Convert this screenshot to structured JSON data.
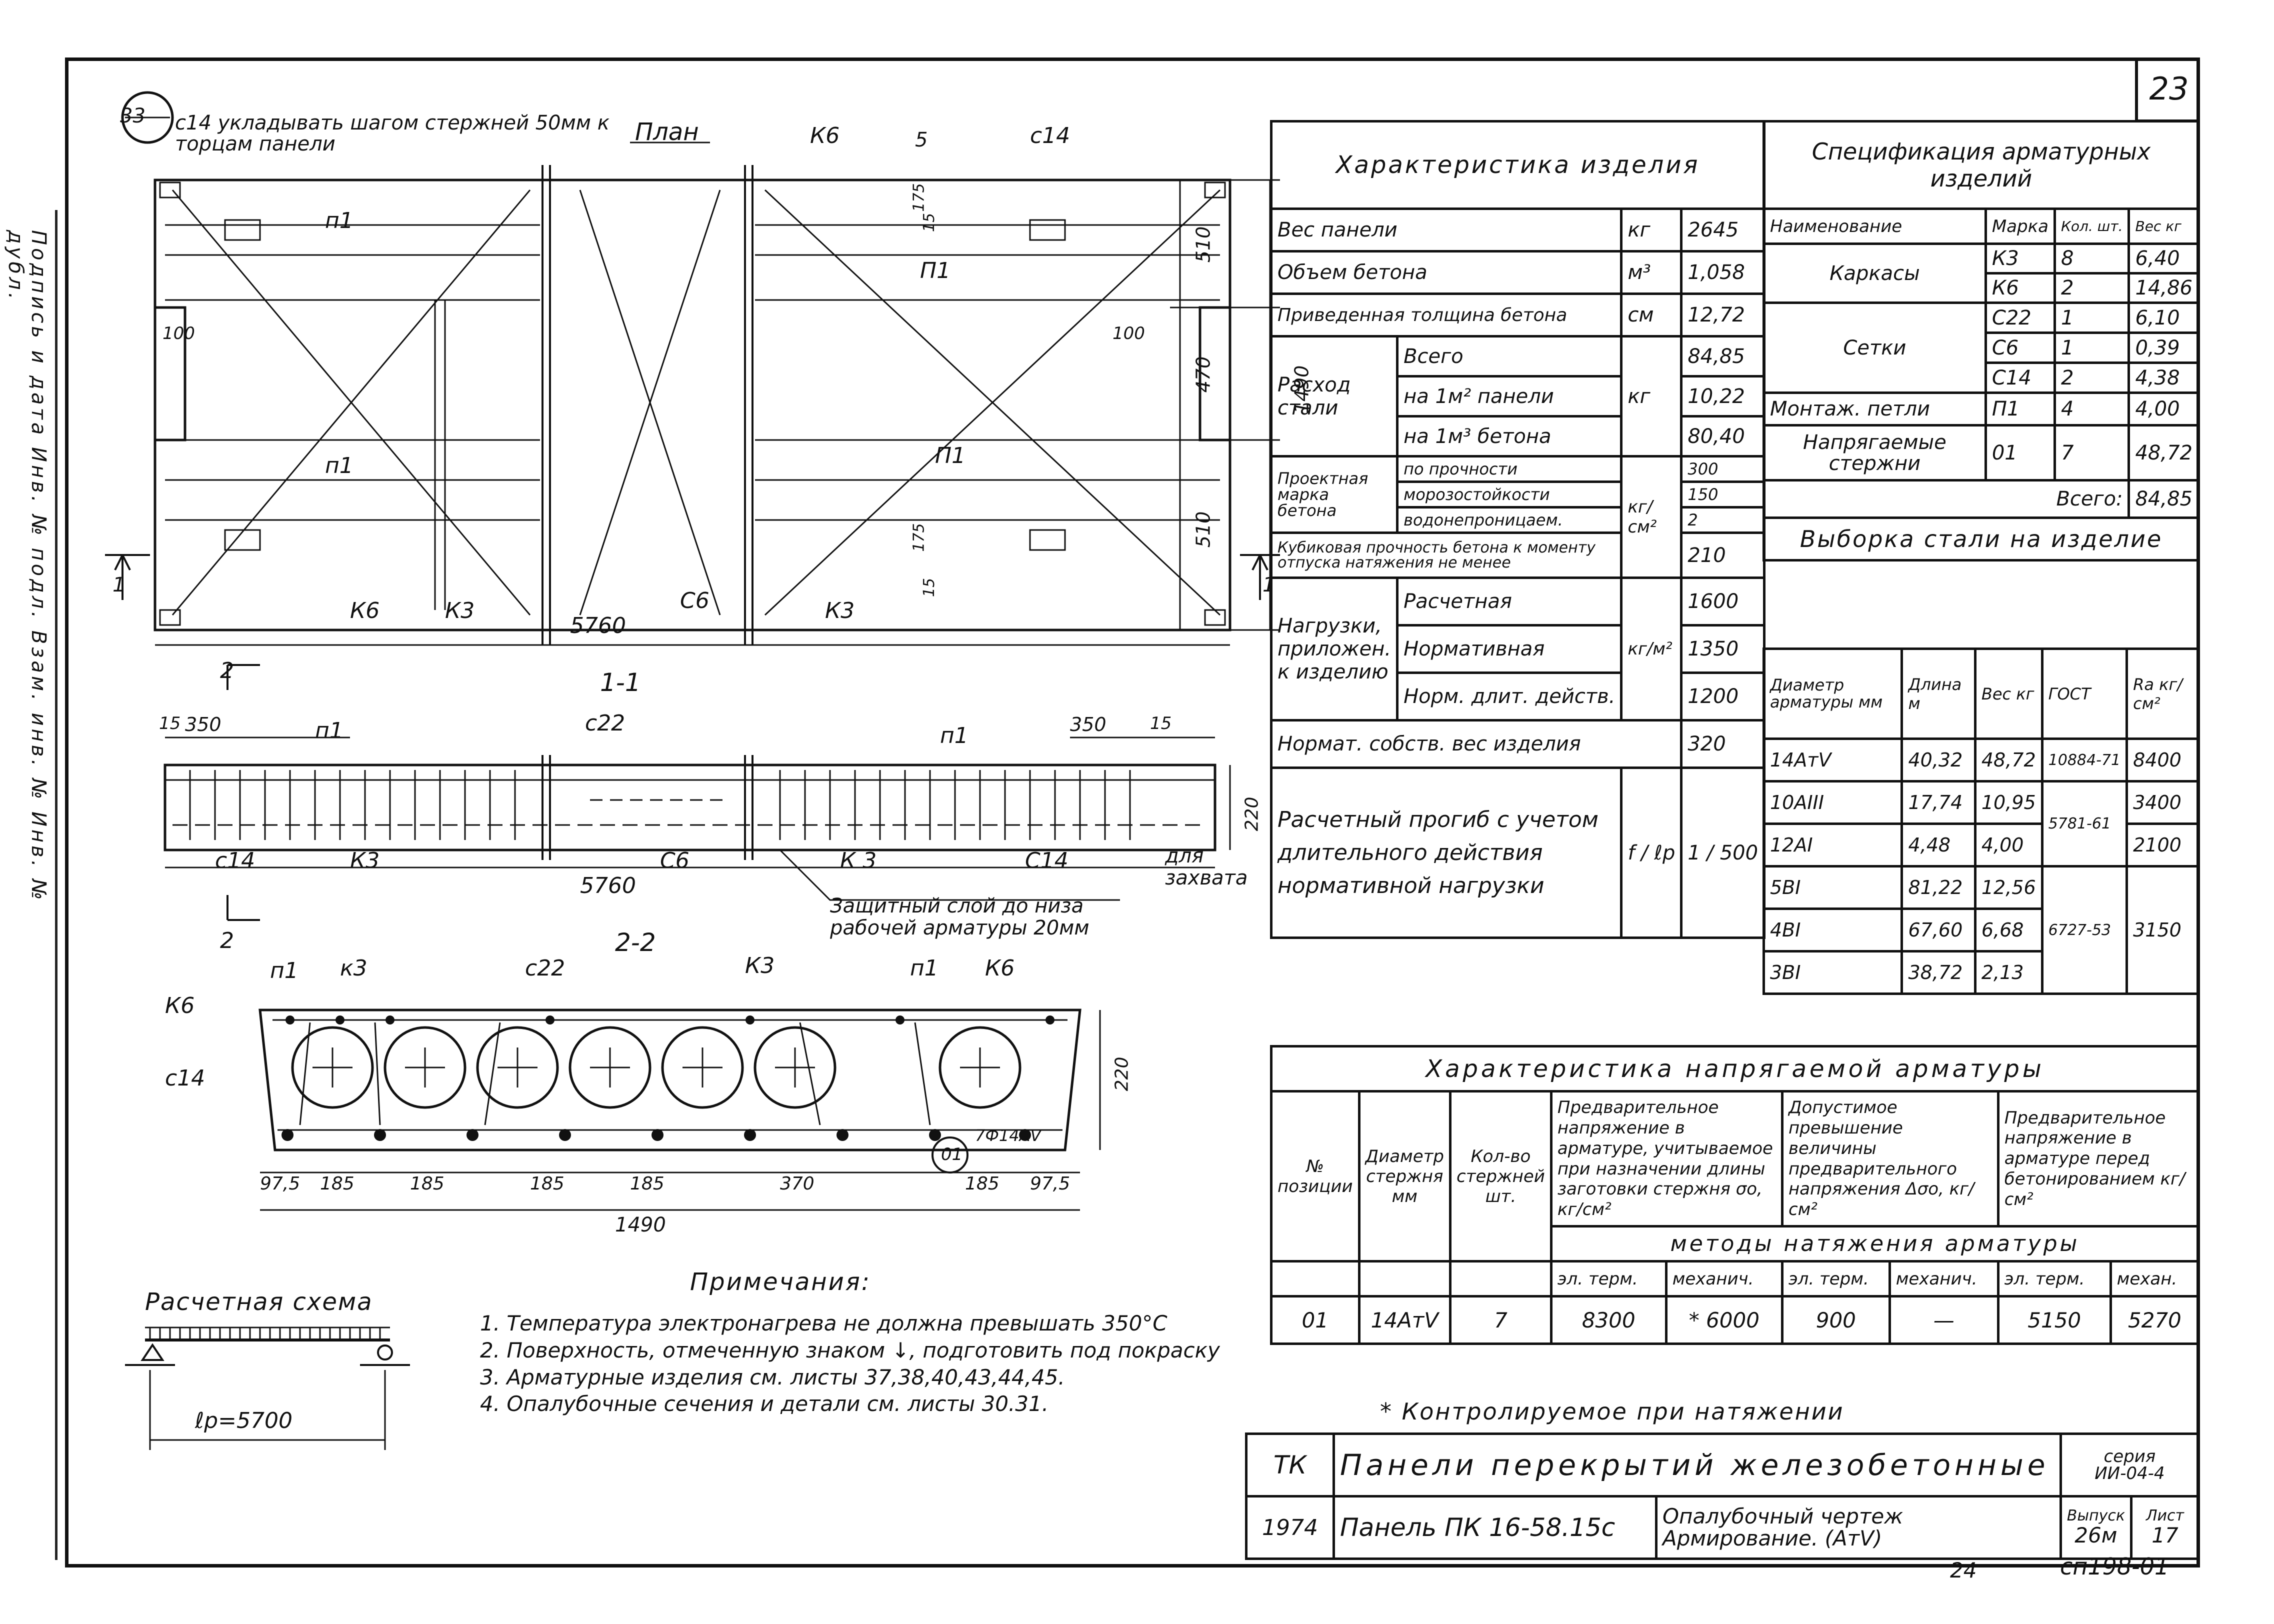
{
  "sheet": {
    "page_number": "23",
    "bottom_note": "24",
    "stamp_code": "сп198-01"
  },
  "plan": {
    "title": "План",
    "note": "с14 укладывать шагом стержней 50мм к торцам панели",
    "callout": "33",
    "labels": {
      "k6_top": "К6",
      "c14_top": "с14",
      "p1_a": "п1",
      "p1_b": "П1",
      "p1_c": "п1",
      "p1_d": "П1",
      "k6_bot": "К6",
      "k3_a": "К3",
      "c6": "С6",
      "k3_b": "К3"
    },
    "dims": {
      "d510a": "510",
      "d470": "470",
      "d510b": "510",
      "d1490": "1490",
      "d100a": "100",
      "d100b": "100",
      "d175a": "175",
      "d175b": "175",
      "d15a": "15",
      "d15b": "15",
      "d5760": "5760",
      "d5": "5"
    }
  },
  "section11": {
    "title": "1-1",
    "labels": {
      "p1_l": "п1",
      "c22": "с22",
      "p1_r": "п1",
      "c14_l": "с14",
      "k3_l": "К3",
      "c6": "С6",
      "k3_r": "К 3",
      "c14_r": "С14",
      "hook": "для захвата"
    },
    "dims": {
      "d15l": "15",
      "d350l": "350",
      "d350r": "350",
      "d15r": "15",
      "d220": "220",
      "d5760": "5760"
    },
    "cover_note": "Защитный слой до низа рабочей арматуры 20мм"
  },
  "section22": {
    "title": "2-2",
    "labels": {
      "p1_l": "п1",
      "k3_l": "к3",
      "c22": "с22",
      "k3_r": "К3",
      "p1_r": "п1",
      "k6_r": "К6",
      "k6_l": "К6",
      "c14": "с14",
      "pos01": "01",
      "bar": "7Ф14АV"
    },
    "dims": [
      "97,5",
      "185",
      "185",
      "185",
      "185",
      "370",
      "185",
      "97,5"
    ],
    "d1490": "1490",
    "d220": "220"
  },
  "scheme": {
    "title": "Расчетная схема",
    "span": "ℓр=5700"
  },
  "notes": {
    "title": "Примечания:",
    "items": [
      "1. Температура электронагрева не должна превышать 350°С",
      "2. Поверхность, отмеченную знаком ↓, подготовить под покраску",
      "3. Арматурные изделия см. листы 37,38,40,43,44,45.",
      "4. Опалубочные сечения и детали см. листы 30.31."
    ]
  },
  "char_table": {
    "title": "Характеристика изделия",
    "rows": [
      [
        "Вес панели",
        "кг",
        "2645"
      ],
      [
        "Объем бетона",
        "м³",
        "1,058"
      ],
      [
        "Приведенная толщина бетона",
        "см",
        "12,72"
      ]
    ],
    "steel": {
      "label": "Расход стали",
      "unit": "кг",
      "rows": [
        [
          "Всего",
          "84,85"
        ],
        [
          "на 1м² панели",
          "10,22"
        ],
        [
          "на 1м³ бетона",
          "80,40"
        ]
      ]
    },
    "grade": {
      "label": "Проектная марка бетона",
      "unit": "кг/см²",
      "rows": [
        [
          "по прочности",
          "300"
        ],
        [
          "морозостойкости",
          "150"
        ],
        [
          "водонепроницаем.",
          "2"
        ]
      ]
    },
    "cube": {
      "label": "Кубиковая прочность бетона к моменту отпуска натяжения не менее",
      "value": "210"
    },
    "loads": {
      "label": "Нагрузки, приложен. к изделию",
      "unit": "кг/м²",
      "rows": [
        [
          "Расчетная",
          "1600"
        ],
        [
          "Нормативная",
          "1350"
        ],
        [
          "Норм. длит. действ.",
          "1200"
        ]
      ]
    },
    "selfweight": {
      "label": "Нормат. собств. вес изделия",
      "value": "320"
    },
    "deflection": {
      "label": "Расчетный прогиб с учетом длительного действия нормативной нагрузки",
      "ratio": "f / ℓр",
      "value": "1 / 500"
    }
  },
  "spec_table": {
    "title": "Спецификация арматурных изделий",
    "headers": [
      "Наименование",
      "Марка",
      "Кол. шт.",
      "Вес кг"
    ],
    "groups": [
      {
        "name": "Каркасы",
        "rows": [
          [
            "К3",
            "8",
            "6,40"
          ],
          [
            "К6",
            "2",
            "14,86"
          ]
        ]
      },
      {
        "name": "Сетки",
        "rows": [
          [
            "С22",
            "1",
            "6,10"
          ],
          [
            "С6",
            "1",
            "0,39"
          ],
          [
            "С14",
            "2",
            "4,38"
          ]
        ]
      },
      {
        "name": "Монтаж. петли",
        "rows": [
          [
            "П1",
            "4",
            "4,00"
          ]
        ]
      },
      {
        "name": "Напрягаемые стержни",
        "rows": [
          [
            "01",
            "7",
            "48,72"
          ]
        ]
      }
    ],
    "total_label": "Всего:",
    "total": "84,85"
  },
  "steel_table": {
    "title": "Выборка стали на изделие",
    "headers": [
      "Диаметр арматуры мм",
      "Длина м",
      "Вес кг",
      "ГОСТ",
      "Rа кг/см²"
    ],
    "rows": [
      [
        "14АтV",
        "40,32",
        "48,72",
        "10884-71",
        "8400"
      ],
      [
        "10АIII",
        "17,74",
        "10,95",
        "5781-61",
        "3400"
      ],
      [
        "12АI",
        "4,48",
        "4,00",
        "",
        "2100"
      ],
      [
        "5ВI",
        "81,22",
        "12,56",
        "6727-53",
        "3150"
      ],
      [
        "4ВI",
        "67,60",
        "6,68",
        "",
        ""
      ],
      [
        "3ВI",
        "38,72",
        "2,13",
        "",
        ""
      ]
    ]
  },
  "prestress_table": {
    "title": "Характеристика напрягаемой арматуры",
    "headers": [
      "№ позиции",
      "Диаметр стержня мм",
      "Кол-во стержней шт.",
      "Предварительное напряжение в арматуре, учитываемое при назначении длины заготовки стержня σо, кг/см²",
      "Допустимое превышение величины предварительного напряжения Δσо, кг/см²",
      "Предварительное напряжение в арматуре перед бетонированием кг/см²"
    ],
    "methods_title": "методы натяжения арматуры",
    "methods": [
      "эл. терм.",
      "механич.",
      "эл. терм.",
      "механич.",
      "эл. терм.",
      "механ."
    ],
    "row": [
      "01",
      "14АтV",
      "7",
      "8300",
      "* 6000",
      "900",
      "—",
      "5150",
      "5270"
    ],
    "footnote": "* Контролируемое при натяжении"
  },
  "title_block": {
    "org": "ТК",
    "title": "Панели перекрытий железобетонные",
    "series_label": "серия",
    "series": "ИИ-04-4",
    "year": "1974",
    "panel": "Панель ПК 16-58.15с",
    "drawing": "Опалубочный чертеж Армирование. (АтV)",
    "issue_label": "Выпуск",
    "issue": "26м",
    "sheet_label": "Лист",
    "sheet": "17"
  },
  "side_stamp": "Подпись и дата   Инв. № подл.   Взам. инв. №   Инв. № дубл."
}
